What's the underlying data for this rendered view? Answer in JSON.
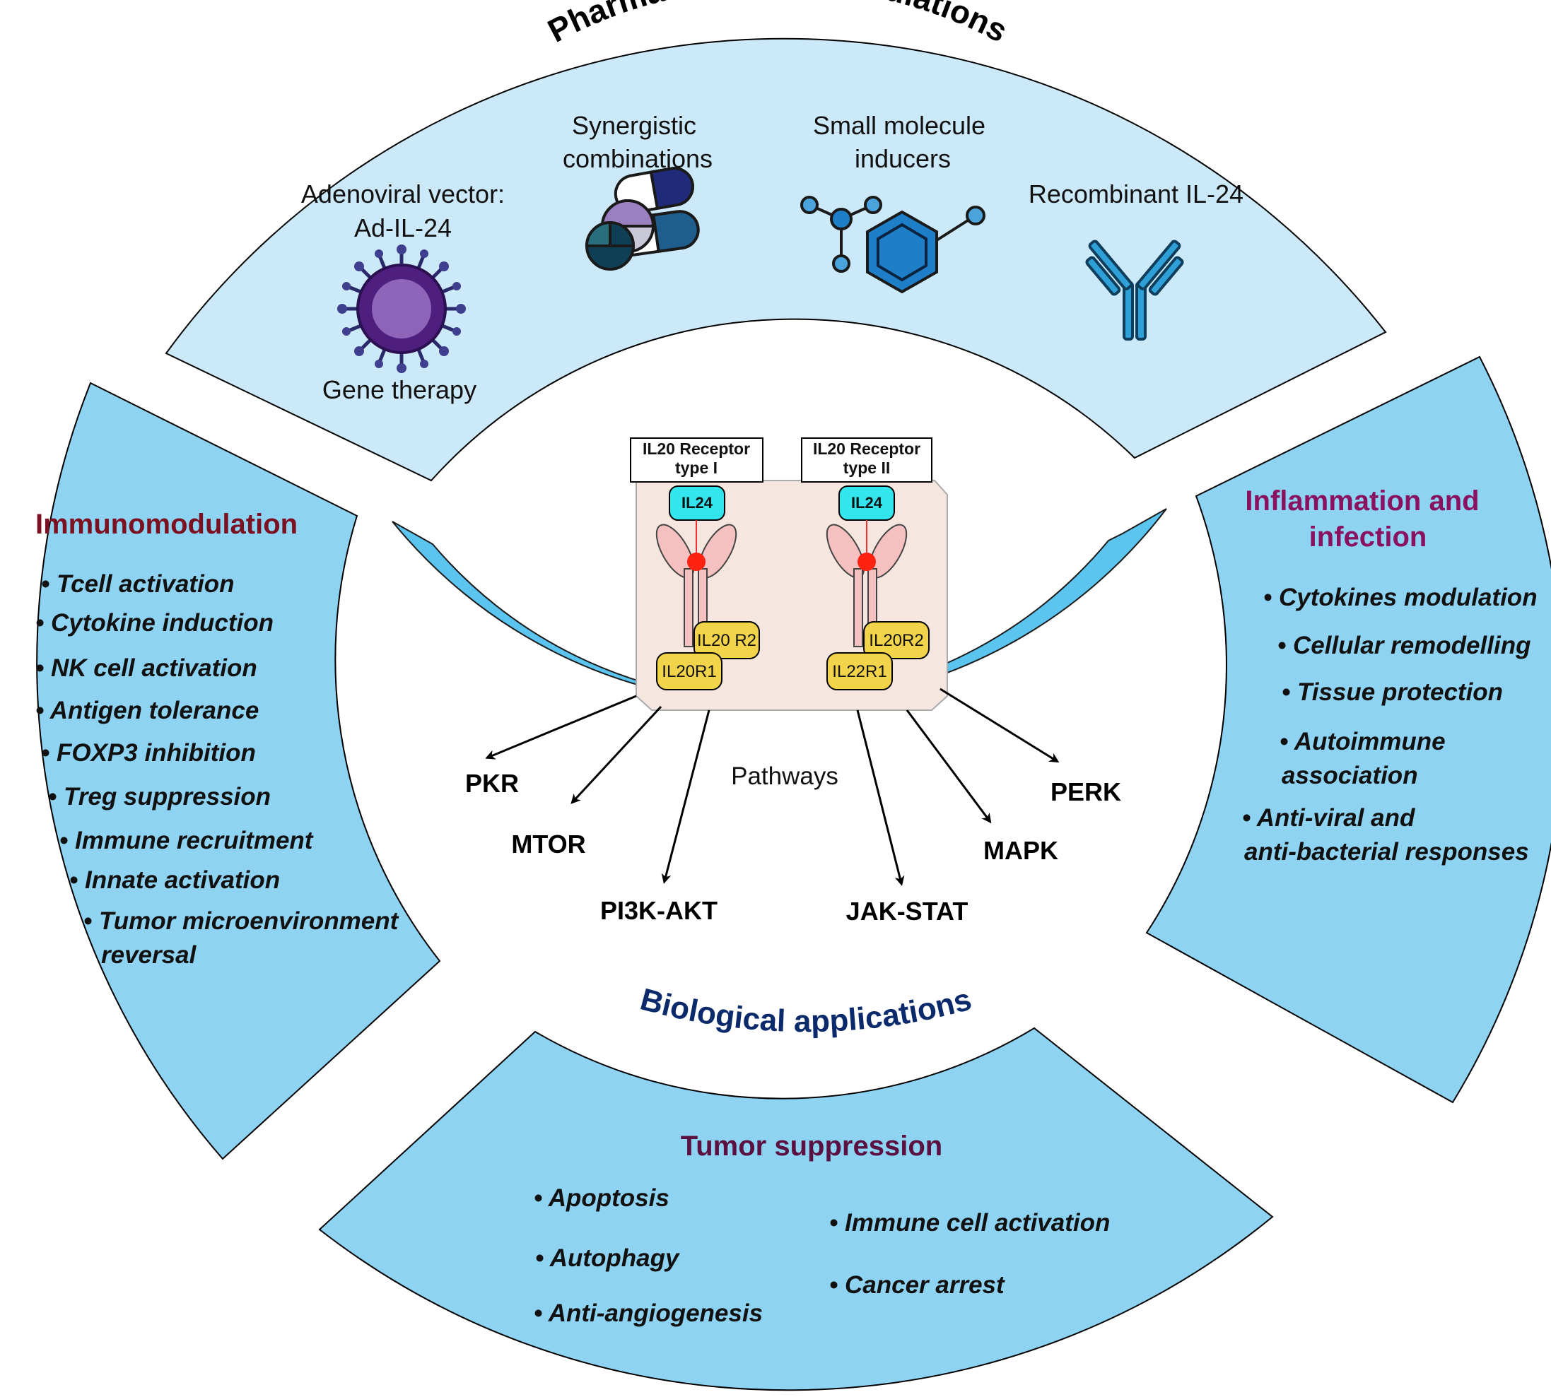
{
  "top_section": {
    "title": "Pharmacological modulations",
    "items": [
      {
        "label_lines": [
          "Adenoviral vector:",
          "Ad-IL-24"
        ],
        "icon": "virus-icon",
        "caption": "Gene therapy"
      },
      {
        "label_lines": [
          "Synergistic",
          "combinations"
        ],
        "icon": "pills-icon"
      },
      {
        "label_lines": [
          "Small molecule",
          "inducers"
        ],
        "icon": "molecule-icon"
      },
      {
        "label_lines": [
          "Recombinant IL-24"
        ],
        "icon": "antibody-icon"
      }
    ]
  },
  "center": {
    "receptor_type1": {
      "title_lines": [
        "IL20 Receptor",
        "type I"
      ],
      "ligand": "IL24",
      "subunit_a": "IL20 R2",
      "subunit_b": "IL20R1"
    },
    "receptor_type2": {
      "title_lines": [
        "IL20 Receptor",
        "type II"
      ],
      "ligand": "IL24",
      "subunit_a": "IL20R2",
      "subunit_b": "IL22R1"
    },
    "pathways_label": "Pathways",
    "pathways": [
      "PKR",
      "MTOR",
      "PI3K-AKT",
      "JAK-STAT",
      "MAPK",
      "PERK"
    ],
    "ring_label": "Biological applications"
  },
  "left_section": {
    "title": "Immunomodulation",
    "items": [
      "Tcell activation",
      "Cytokine induction",
      "NK cell activation",
      "Antigen tolerance",
      "FOXP3 inhibition",
      "Treg suppression",
      "Immune recruitment",
      "Innate activation",
      "Tumor microenvironment",
      "reversal"
    ]
  },
  "right_section": {
    "title_lines": [
      "Inflammation and",
      "infection"
    ],
    "items": [
      "Cytokines modulation",
      "Cellular remodelling",
      "Tissue protection",
      "Autoimmune",
      "association",
      "Anti-viral and",
      "anti-bacterial responses"
    ]
  },
  "bottom_section": {
    "title": "Tumor suppression",
    "items_left": [
      "Apoptosis",
      "Autophagy",
      "Anti-angiogenesis"
    ],
    "items_right": [
      "Immune cell activation",
      "Cancer arrest"
    ]
  },
  "colors": {
    "top_fill": "#cce9f9",
    "side_fill": "#8fd3f2",
    "ring_fill": "#5bc4ef",
    "receptor_bg": "#f6e6e0",
    "ligand": "#33e6ee",
    "subunit": "#f2d44a"
  }
}
